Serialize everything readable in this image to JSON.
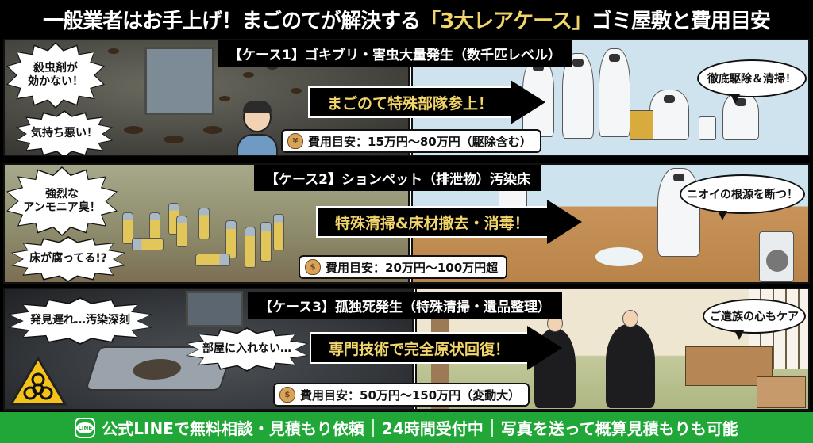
{
  "title": {
    "prefix": "一般業者はお手上げ！まごのてが解決する",
    "highlight": "「3大レアケース」",
    "suffix": "ゴミ屋敷と費用目安",
    "highlight_color": "#f2d56a"
  },
  "cases": [
    {
      "label": "【ケース1】ゴキブリ・害虫大量発生（数千匹レベル）",
      "before_bubbles": [
        "殺虫剤が\n効かない！",
        "気持ち悪い！"
      ],
      "arrow_text": "まごのて特殊部隊参上！",
      "cost_icon": "money-bag-icon",
      "cost_text": "費用目安：15万円〜80万円（駆除含む）",
      "after_speech": "徹底駆除＆清掃！"
    },
    {
      "label": "【ケース2】ションペット（排泄物）汚染床",
      "before_bubbles": [
        "強烈な\nアンモニア臭！",
        "床が腐ってる!?"
      ],
      "arrow_text": "特殊清掃&床材撤去・消毒！",
      "cost_icon": "money-bag-icon",
      "cost_text": "費用目安：20万円〜100万円超",
      "after_speech": "ニオイの根源を断つ！"
    },
    {
      "label": "【ケース3】孤独死発生（特殊清掃・遺品整理）",
      "before_bubbles": [
        "発見遅れ…汚染深刻",
        "部屋に入れない…"
      ],
      "arrow_text": "専門技術で完全原状回復！",
      "cost_icon": "money-bag-icon",
      "cost_text": "費用目安：50万円〜150万円（変動大）",
      "after_speech": "ご遺族の心もケア"
    }
  ],
  "footer": {
    "icon": "line-app-icon",
    "icon_label": "LINE",
    "items": [
      "公式LINEで無料相談・見積もり依頼",
      "24時間受付中",
      "写真を送って概算見積もりも可能"
    ],
    "background_color": "#21a738"
  },
  "colors": {
    "arrow_text": "#f2d56a",
    "label_bg": "#000000"
  }
}
